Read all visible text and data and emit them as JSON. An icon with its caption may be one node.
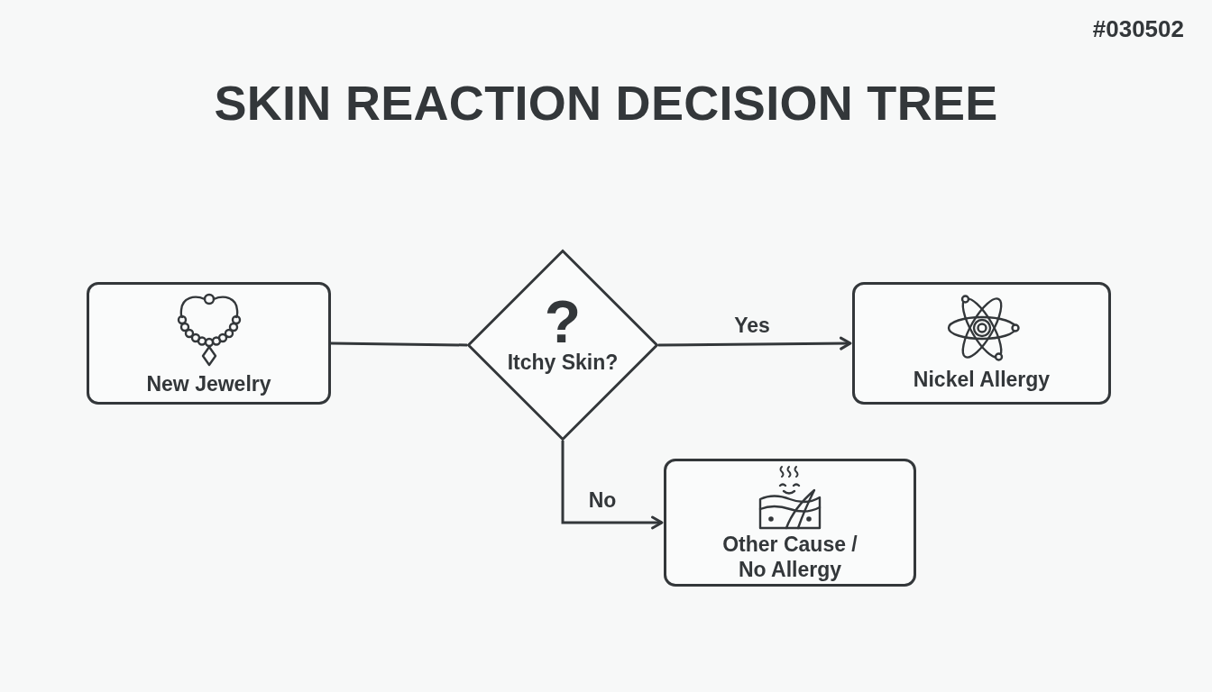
{
  "diagram": {
    "title": "SKIN REACTION DECISION TREE",
    "nodes": [
      {
        "text": [
          "New Jewelry"
        ]
      },
      {
        "text": [
          "?",
          "Itchy Skin?"
        ]
      },
      {
        "text": [
          "Nickel Allergy"
        ]
      },
      {
        "text": [
          "Other Cause / No Allergy"
        ]
      }
    ],
    "edges": [
      {
        "from": 0,
        "to": 1,
        "arrow": "none"
      },
      {
        "from": 1,
        "to": 2,
        "arrow": "to",
        "label": "Yes"
      },
      {
        "from": 1,
        "to": 3,
        "arrow": "to",
        "label": "No"
      }
    ],
    "labels": [
      "#030502"
    ]
  }
}
